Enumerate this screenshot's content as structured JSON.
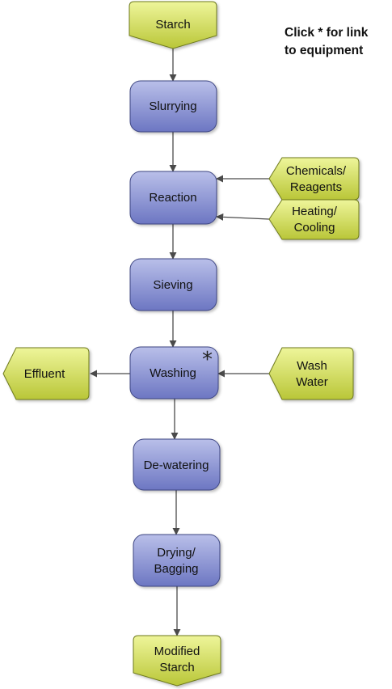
{
  "note": {
    "line1": "Click * for link",
    "line2": "to equipment"
  },
  "star": "*",
  "colors": {
    "process_top": "#b9bfe9",
    "process_bottom": "#6c76c2",
    "process_stroke": "#3d4582",
    "io_top": "#eef59a",
    "io_bottom": "#b9c638",
    "io_stroke": "#6e7a1f",
    "arrow": "#4a4a4a"
  },
  "nodes": {
    "starch": [
      "Starch"
    ],
    "slurrying": [
      "Slurrying"
    ],
    "reaction": [
      "Reaction"
    ],
    "chemicals": [
      "Chemicals/",
      "Reagents"
    ],
    "heating": [
      "Heating/",
      "Cooling"
    ],
    "sieving": [
      "Sieving"
    ],
    "washing": [
      "Washing"
    ],
    "effluent": [
      "Effluent"
    ],
    "wash_water": [
      "Wash",
      "Water"
    ],
    "dewatering": [
      "De-watering"
    ],
    "drying": [
      "Drying/",
      "Bagging"
    ],
    "modified_starch": [
      "Modified",
      "Starch"
    ]
  }
}
